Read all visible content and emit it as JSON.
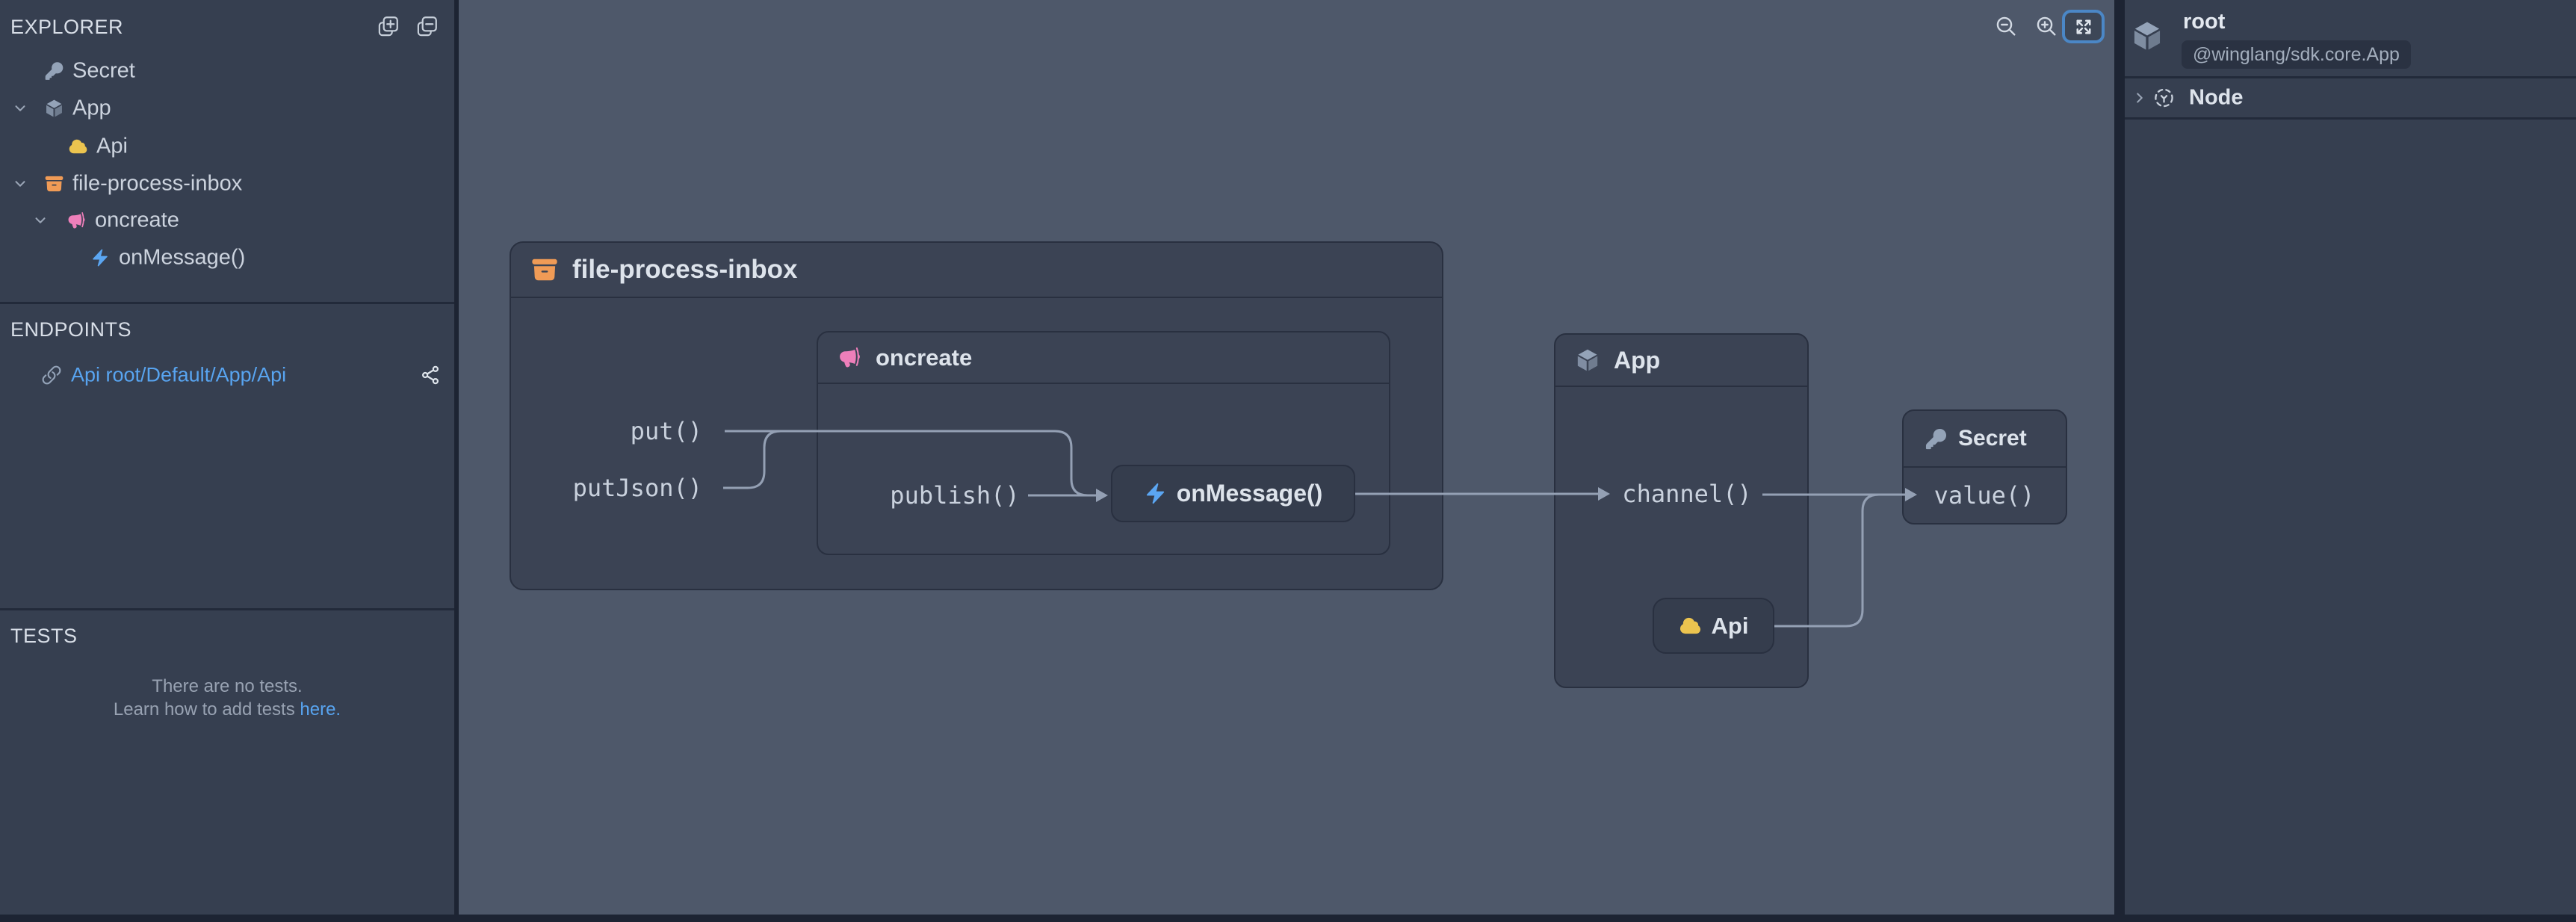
{
  "colors": {
    "edge": "#1d2433",
    "panel": "#363f50",
    "canvas": "#4e586a",
    "box": "#3b4354",
    "leaf": "#353d4d",
    "bdr": "#293040",
    "divider": "#222a3a",
    "txt": "#ccd3de",
    "txtBright": "#e2e7ee",
    "txtMuted": "#98a2b2",
    "link": "#58a4f0",
    "line": "#94a0b4",
    "slate": "#94a3b8",
    "yellow": "#ecc44f",
    "orange": "#f09b56",
    "pink": "#ee7fba",
    "blue": "#5ba6f2",
    "accent": "#4b87c6",
    "badge": "#2a3242",
    "fitBg": "#3d4757"
  },
  "explorer": {
    "title": "EXPLORER",
    "tree": [
      {
        "label": "Secret",
        "icon": "key"
      },
      {
        "label": "App",
        "icon": "cube",
        "expanded": true
      },
      {
        "label": "Api",
        "icon": "cloud"
      },
      {
        "label": "file-process-inbox",
        "icon": "bucket",
        "expanded": true
      },
      {
        "label": "oncreate",
        "icon": "megaphone",
        "expanded": true
      },
      {
        "label": "onMessage()",
        "icon": "bolt"
      }
    ]
  },
  "endpoints": {
    "title": "ENDPOINTS",
    "items": [
      {
        "label": "Api root/Default/App/Api"
      }
    ]
  },
  "tests": {
    "title": "TESTS",
    "empty_text": "There are no tests.",
    "learn_text": "Learn how to add tests",
    "link_text": "here."
  },
  "canvas": {
    "nodes": {
      "file_process_inbox": {
        "title": "file-process-inbox"
      },
      "oncreate": {
        "title": "oncreate"
      },
      "on_message": {
        "title": "onMessage()"
      },
      "app": {
        "title": "App"
      },
      "api": {
        "title": "Api"
      },
      "secret": {
        "title": "Secret"
      }
    },
    "methods": {
      "put": "put()",
      "put_json": "putJson()",
      "publish": "publish()",
      "channel": "channel()",
      "value": "value()"
    }
  },
  "inspector": {
    "root_title": "root",
    "root_type_badge": "@winglang/sdk.core.App",
    "node_item": "Node"
  }
}
